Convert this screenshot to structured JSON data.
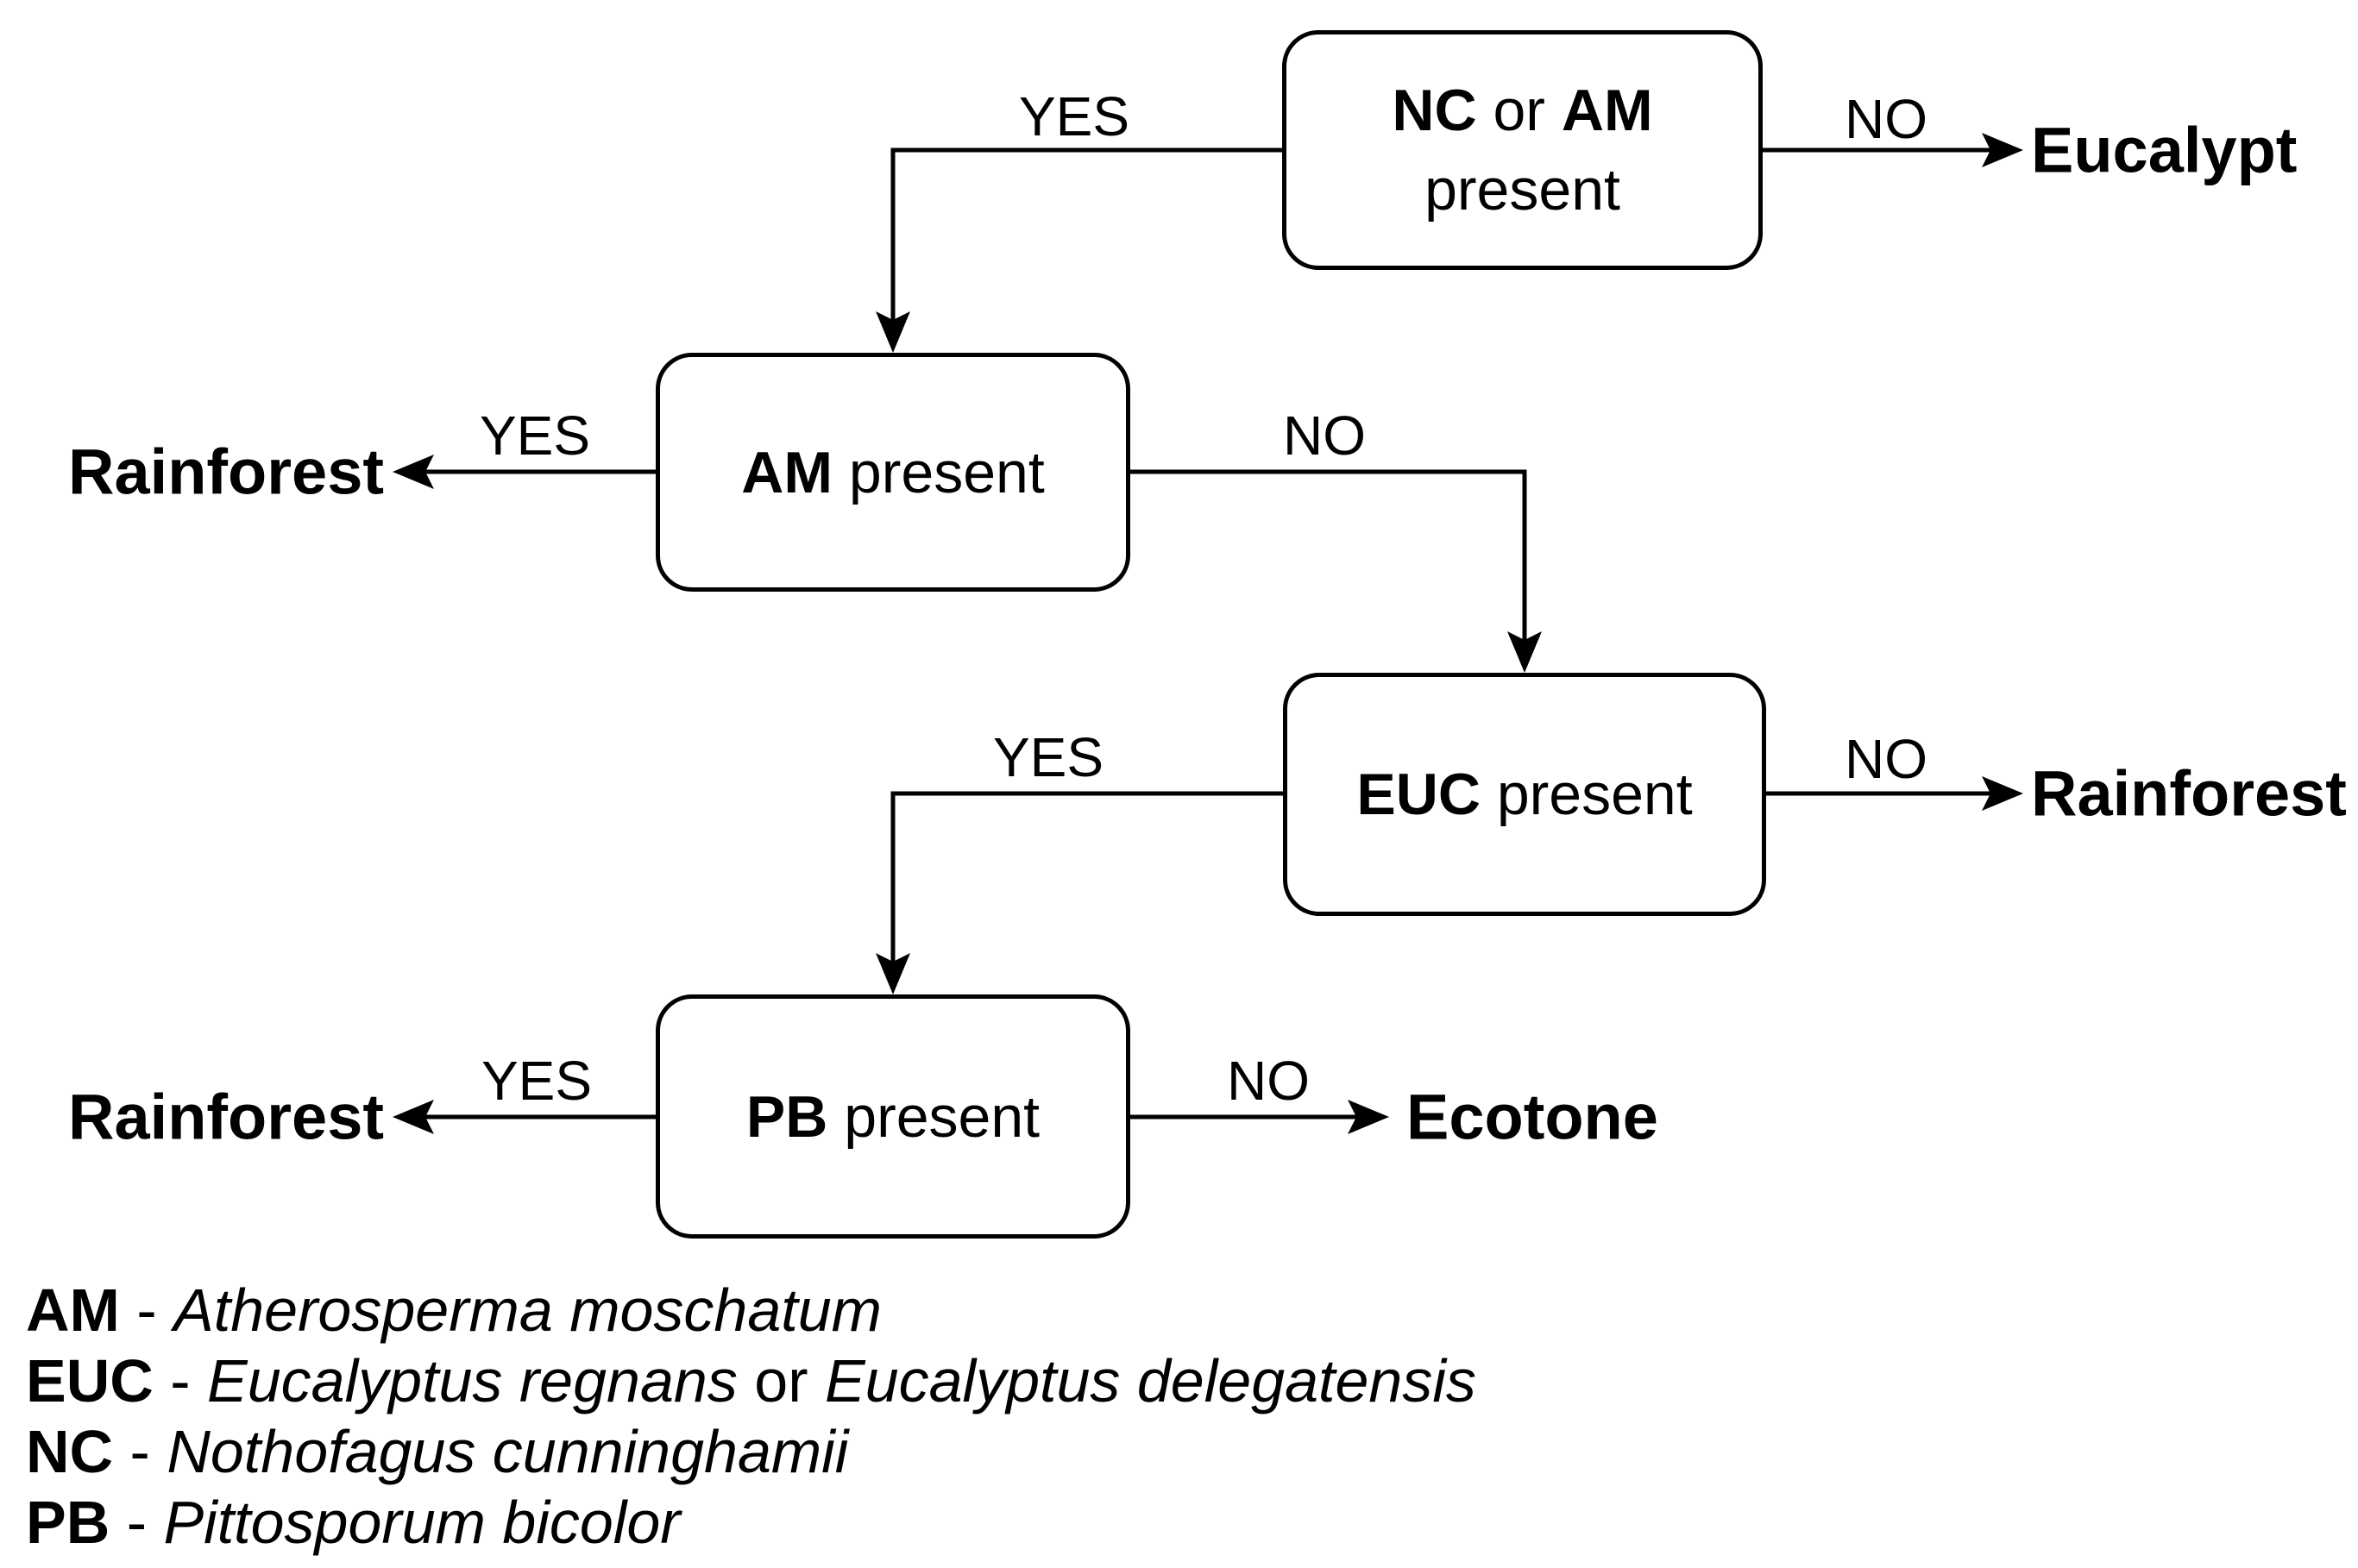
{
  "colors": {
    "ink": "#000000",
    "background": "#ffffff"
  },
  "nodes": {
    "nc_am": {
      "bold1": "NC",
      "mid": " or ",
      "bold2": "AM",
      "line2": "present"
    },
    "am": {
      "bold": "AM",
      "rest": " present"
    },
    "euc": {
      "bold": "EUC",
      "rest": " present"
    },
    "pb": {
      "bold": "PB",
      "rest": " present"
    }
  },
  "edge_labels": {
    "yes": "YES",
    "no": "NO"
  },
  "terminals": {
    "eucalypt": "Eucalypt",
    "rainforest": "Rainforest",
    "ecotone": "Ecotone"
  },
  "legend": {
    "am": {
      "abbr": "AM",
      "sep": " - ",
      "name": "Atherosperma moschatum"
    },
    "euc": {
      "abbr": "EUC",
      "sep": " - ",
      "name1": "Eucalyptus regnans",
      "or": " or ",
      "name2": "Eucalyptus delegatensis"
    },
    "nc": {
      "abbr": "NC",
      "sep": " - ",
      "name": "Nothofagus cunninghamii"
    },
    "pb": {
      "abbr": "PB",
      "sep": " - ",
      "name": "Pittosporum bicolor"
    }
  }
}
